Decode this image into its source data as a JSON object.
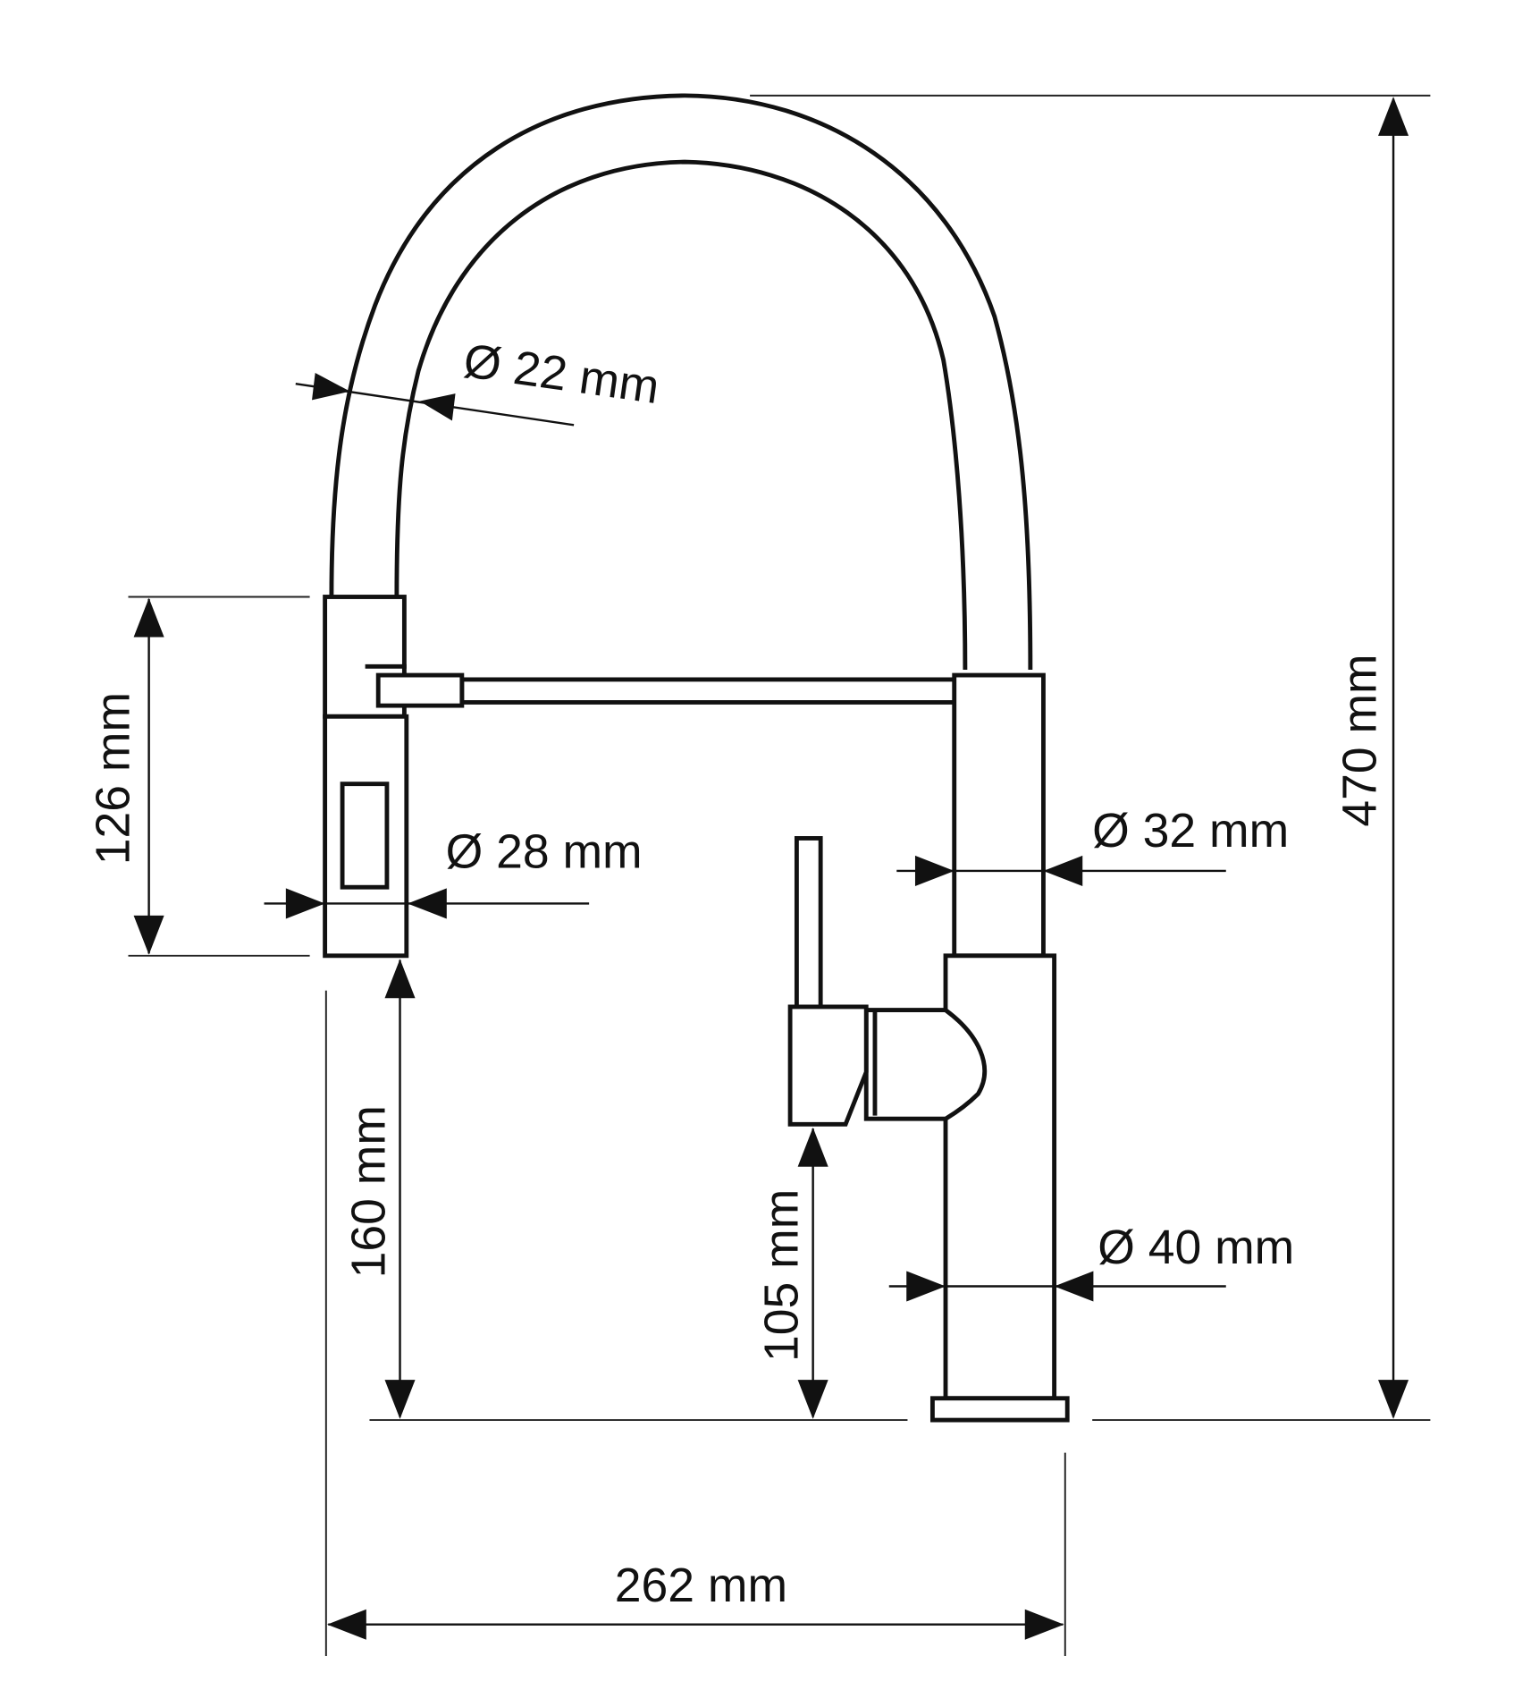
{
  "title": "Kitchen faucet technical dimension drawing",
  "dimensions": {
    "hose_diameter": "Ø 22 mm",
    "spray_head_diameter": "Ø 28 mm",
    "upper_body_diameter": "Ø 32 mm",
    "base_diameter": "Ø 40 mm",
    "spray_head_height": "126 mm",
    "spout_height": "160 mm",
    "lever_height": "105 mm",
    "total_height": "470 mm",
    "reach": "262 mm"
  },
  "colors": {
    "line": "#111111",
    "background": "#ffffff"
  }
}
